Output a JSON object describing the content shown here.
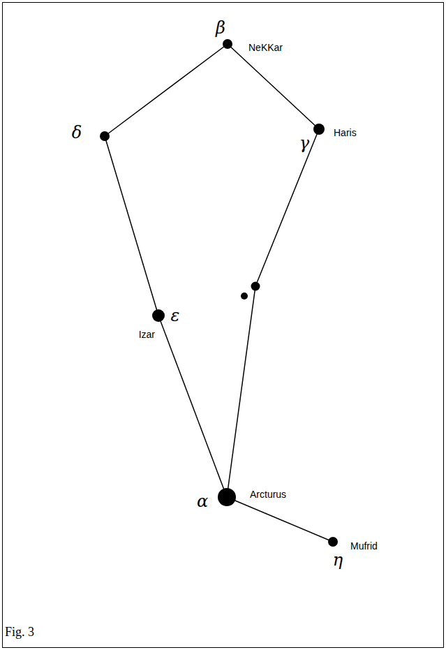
{
  "diagram": {
    "caption": "Fig. 3",
    "labels": [
      "β",
      "NeKKar",
      "δ",
      "γ",
      "Haris",
      "ε",
      "Izar",
      "α",
      "Arcturus",
      "η",
      "Mufrid"
    ]
  }
}
